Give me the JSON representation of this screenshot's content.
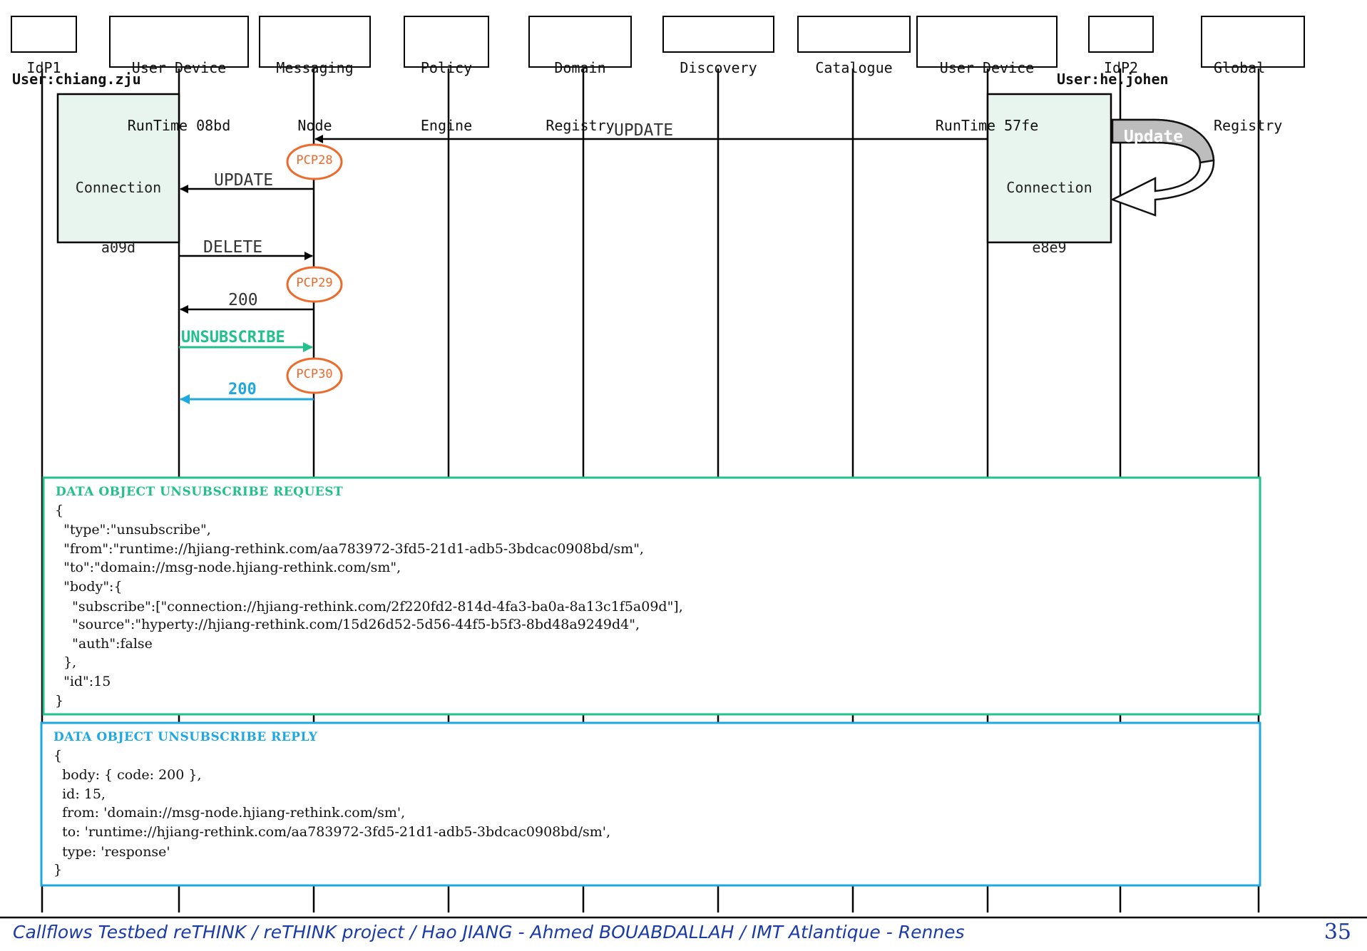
{
  "actors": [
    {
      "id": "idp1",
      "line1": "IdP1",
      "line2": ""
    },
    {
      "id": "udr08bd",
      "line1": "User Device",
      "line2": "RunTime 08bd"
    },
    {
      "id": "msgnode",
      "line1": "Messaging",
      "line2": "Node"
    },
    {
      "id": "policy",
      "line1": "Policy",
      "line2": "Engine"
    },
    {
      "id": "domreg",
      "line1": "Domain",
      "line2": "Registry"
    },
    {
      "id": "discovery",
      "line1": "Discovery",
      "line2": ""
    },
    {
      "id": "catalogue",
      "line1": "Catalogue",
      "line2": ""
    },
    {
      "id": "udr57fe",
      "line1": "User Device",
      "line2": "RunTime 57fe"
    },
    {
      "id": "idp2",
      "line1": "IdP2",
      "line2": ""
    },
    {
      "id": "globreg",
      "line1": "Global",
      "line2": "Registry"
    }
  ],
  "users": {
    "left": "User:chiang.zju",
    "right": "User:he.johen"
  },
  "connections": {
    "left": {
      "line1": "Connection",
      "line2": "a09d"
    },
    "right": {
      "line1": "Connection",
      "line2": "e8e9"
    }
  },
  "self_update_label": "Update",
  "messages": [
    {
      "id": "m1",
      "label": "UPDATE",
      "color": "#333333"
    },
    {
      "id": "m2",
      "label": "UPDATE",
      "color": "#333333"
    },
    {
      "id": "m3",
      "label": "DELETE",
      "color": "#333333"
    },
    {
      "id": "m4",
      "label": "200",
      "color": "#333333"
    },
    {
      "id": "m5",
      "label": "UNSUBSCRIBE",
      "color": "#22c08c"
    },
    {
      "id": "m6",
      "label": "200",
      "color": "#1fa8e0"
    }
  ],
  "pcps": [
    "PCP28",
    "PCP29",
    "PCP30"
  ],
  "request_box": {
    "title": "DATA OBJECT UNSUBSCRIBE REQUEST",
    "color": "#22c08c",
    "lines": [
      "{",
      "  \"type\":\"unsubscribe\",",
      "  \"from\":\"runtime://hjiang-rethink.com/aa783972-3fd5-21d1-adb5-3bdcac0908bd/sm\",",
      "  \"to\":\"domain://msg-node.hjiang-rethink.com/sm\",",
      "  \"body\":{",
      "    \"subscribe\":[\"connection://hjiang-rethink.com/2f220fd2-814d-4fa3-ba0a-8a13c1f5a09d\"],",
      "    \"source\":\"hyperty://hjiang-rethink.com/15d26d52-5d56-44f5-b5f3-8bd48a9249d4\",",
      "    \"auth\":false",
      "  },",
      "  \"id\":15",
      "}"
    ]
  },
  "reply_box": {
    "title": "DATA  OBJECT  UNSUBSCRIBE  REPLY",
    "color": "#1fa8e0",
    "lines": [
      "{",
      "  body: { code: 200 },",
      "  id: 15,",
      "  from: 'domain://msg-node.hjiang-rethink.com/sm',",
      "  to: 'runtime://hjiang-rethink.com/aa783972-3fd5-21d1-adb5-3bdcac0908bd/sm',",
      "  type: 'response'",
      "}"
    ]
  },
  "footer": {
    "text": "Callflows Testbed reTHINK / reTHINK project / Hao JIANG - Ahmed BOUABDALLAH / IMT Atlantique - Rennes",
    "page": "35",
    "color": "#1a3aa8"
  }
}
